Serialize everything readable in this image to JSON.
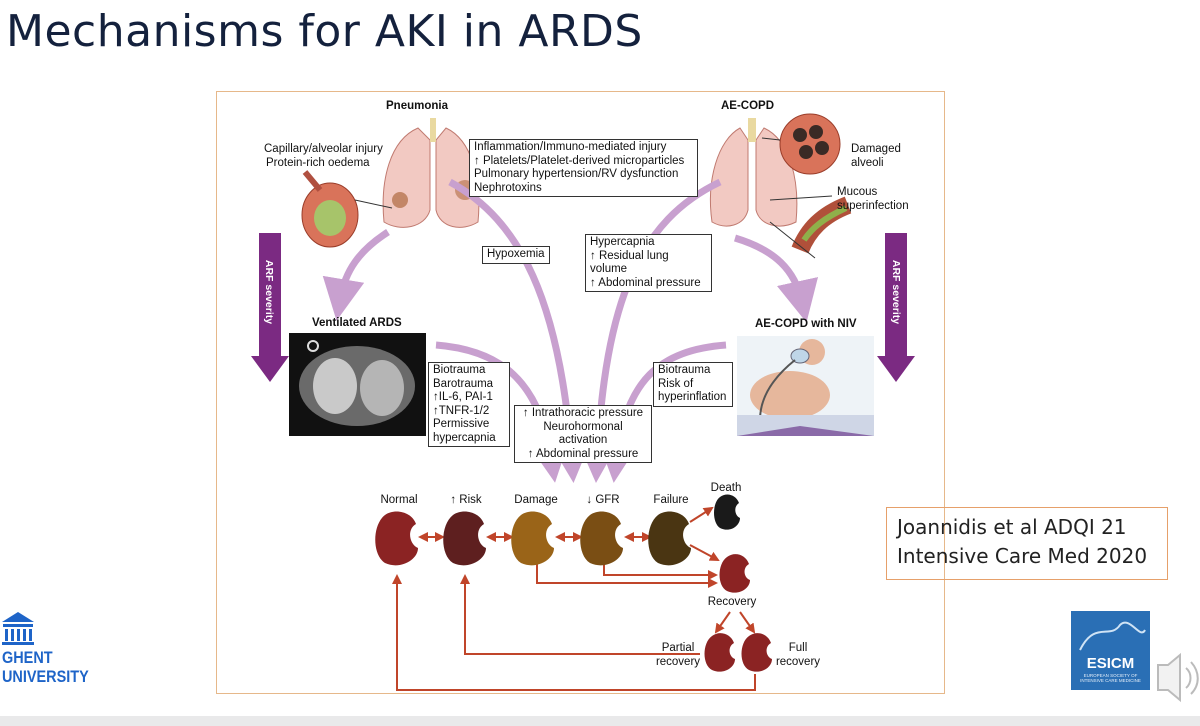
{
  "slide_title": "Mechanisms for AKI in ARDS",
  "figure": {
    "pneumonia_heading": "Pneumonia",
    "aecopd_heading": "AE-COPD",
    "capillary_injury": "Capillary/alveolar injury",
    "protein_oedema": "Protein-rich oedema",
    "inflammation_box": [
      "Inflammation/Immuno-mediated injury",
      "↑ Platelets/Platelet-derived microparticles",
      "Pulmonary hypertension/RV dysfunction",
      "Nephrotoxins"
    ],
    "damaged_alveoli": [
      "Damaged",
      "alveoli"
    ],
    "mucous_superinfection": [
      "Mucous",
      "superinfection"
    ],
    "arf_severity": "ARF severity",
    "hypoxemia": "Hypoxemia",
    "hypercapnia_box": [
      "Hypercapnia",
      "↑ Residual lung volume",
      "↑ Abdominal pressure"
    ],
    "ventilated_ards": "Ventilated ARDS",
    "aecopd_niv": "AE-COPD with NIV",
    "biotrauma_left_box": [
      "Biotrauma",
      "Barotrauma",
      "↑IL-6, PAI-1",
      "↑TNFR-1/2",
      "Permissive",
      "hypercapnia"
    ],
    "biotrauma_right_box": [
      "Biotrauma",
      "Risk of",
      "hyperinflation"
    ],
    "intrathoracic_box": [
      "↑ Intrathoracic pressure",
      "Neurohormonal activation",
      "↑ Abdominal pressure"
    ],
    "stages": [
      "Normal",
      "↑ Risk",
      "Damage",
      "↓ GFR",
      "Failure"
    ],
    "death": "Death",
    "recovery": "Recovery",
    "partial_recovery": [
      "Partial",
      "recovery"
    ],
    "full_recovery": [
      "Full",
      "recovery"
    ]
  },
  "citation": [
    "Joannidis et al ADQI 21",
    "Intensive Care Med 2020"
  ],
  "ghent_logo": [
    "GHENT",
    "UNIVERSITY"
  ],
  "esicm_logo": {
    "name": "ESICM",
    "subtitle": "EUROPEAN SOCIETY OF INTENSIVE CARE MEDICINE"
  },
  "colors": {
    "title": "#14213d",
    "arrow_purple": "#c8a0cf",
    "arf_arrow": "#7b2a82",
    "kidney_normal": "#8b2323",
    "kidney_risk": "#5e1f1f",
    "kidney_damage": "#9a6418",
    "kidney_gfr": "#7a4e14",
    "kidney_failure": "#4a3512",
    "kidney_death": "#1a1a1a",
    "connector_red": "#c0452a",
    "ghent_blue": "#1e64c8",
    "esicm_blue": "#2a6fb5"
  }
}
